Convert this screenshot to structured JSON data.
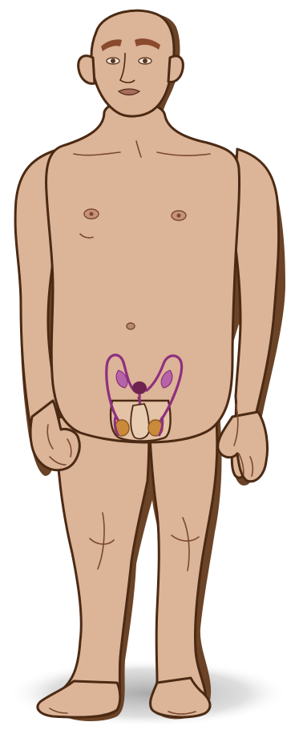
{
  "figure": {
    "subject": "male-body-anatomy",
    "view": "front",
    "colors": {
      "skin": "#dcb497",
      "skin_shade": "#c99f82",
      "outline": "#4b2a14",
      "shadow_outline": "#6b4326",
      "feature": "#7a4a30",
      "eyebrow": "#8a4a2e",
      "lips": "#a86c5c",
      "ground_shadow": "#9a9a9a",
      "organ_outline": "#8e2f80",
      "organ_fill": "#b565a7",
      "organ_dark": "#6e2450",
      "testis": "#c98a3a",
      "scrotum": "#e3c2a6"
    }
  },
  "regions": [
    "head",
    "face",
    "ears",
    "neck",
    "torso",
    "nipples",
    "navel",
    "left-arm",
    "right-arm",
    "left-hand",
    "right-hand",
    "reproductive-system",
    "left-leg",
    "right-leg",
    "left-foot",
    "right-foot"
  ]
}
